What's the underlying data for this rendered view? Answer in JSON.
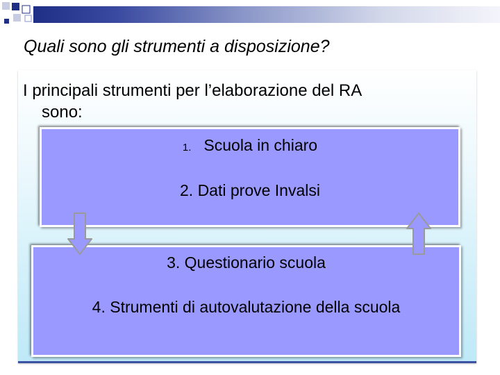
{
  "slide": {
    "title": "Quali sono gli strumenti a disposizione?",
    "intro": {
      "part1": "I principali",
      "part2": "strumenti per l’elaborazione del RA",
      "part3": "sono:"
    },
    "items": {
      "item1_number": "1.",
      "item1_label": "Scuola in chiaro",
      "item2": "2. Dati prove Invalsi",
      "item3": "3. Questionario scuola",
      "item4": "4. Strumenti di autovalutazione della scuola"
    },
    "icons": {
      "left_arrow": "arrow-down-icon",
      "right_arrow": "arrow-up-icon"
    },
    "colors": {
      "box_fill": "#9999ff",
      "header_band": "#1f2f86"
    }
  }
}
